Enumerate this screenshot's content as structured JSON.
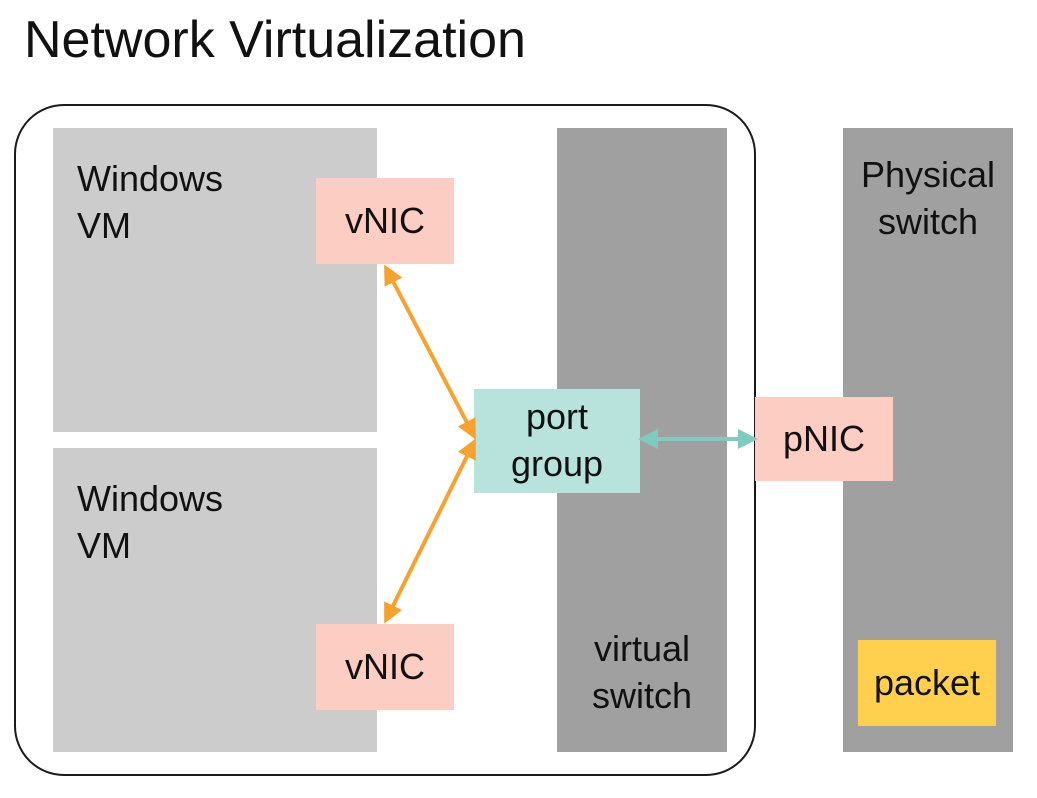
{
  "title": "Network Virtualization",
  "vm_top": {
    "line1": "Windows",
    "line2": "VM"
  },
  "vm_bottom": {
    "line1": "Windows",
    "line2": "VM"
  },
  "vnic_top": "vNIC",
  "vnic_bottom": "vNIC",
  "port_group": {
    "line1": "port",
    "line2": "group"
  },
  "virtual_switch": {
    "line1": "virtual",
    "line2": "switch"
  },
  "physical_switch": {
    "line1": "Physical",
    "line2": "switch"
  },
  "pnic": "pNIC",
  "packet": "packet",
  "colors": {
    "vm": "#cccccc",
    "switch": "#a0a0a0",
    "nic": "#fbcdc3",
    "port_group": "#b7e3dc",
    "packet": "#ffcf4d",
    "orange_link": "#f7a12f",
    "teal_link": "#7fcbbd"
  }
}
